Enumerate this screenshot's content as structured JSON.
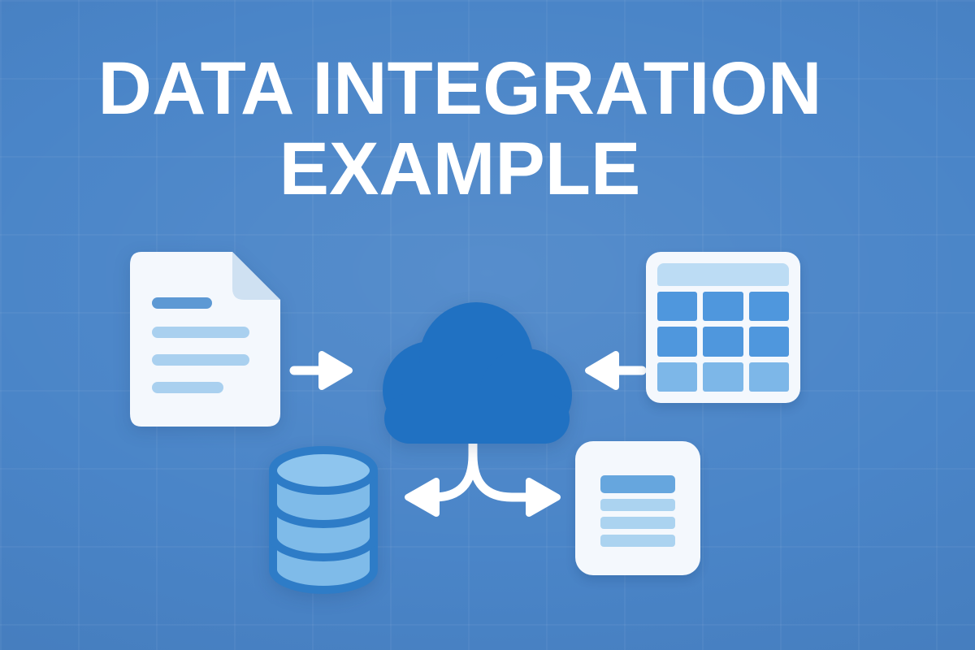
{
  "title": {
    "line1": "DATA INTEGRATION",
    "line2": "EXAMPLE"
  },
  "colors": {
    "background": "#4a85c8",
    "title_text": "#ffffff",
    "arrow": "#ffffff",
    "cloud_fill": "#2071c2",
    "surface_white": "#f4f8fd",
    "fold_blue": "#cfe1f2",
    "line_dark": "#5d99d4",
    "line_light": "#a9d0ef",
    "table_header": "#bcdcf4",
    "table_cell": "#4f97dd",
    "table_cell_light": "#7db7e8",
    "db_fill": "#7fbbe9",
    "db_fill_top": "#8ec5ee",
    "db_outline": "#2e7cc7",
    "report_bar_dark": "#66a6de",
    "report_bar_light": "#abd3f0"
  },
  "diagram": {
    "nodes": [
      {
        "id": "document",
        "icon": "document-icon",
        "position": "top-left"
      },
      {
        "id": "table",
        "icon": "table-grid-icon",
        "position": "top-right"
      },
      {
        "id": "cloud",
        "icon": "cloud-icon",
        "position": "center"
      },
      {
        "id": "database",
        "icon": "database-cylinder-icon",
        "position": "bottom-left"
      },
      {
        "id": "report",
        "icon": "report-document-icon",
        "position": "bottom-right"
      }
    ],
    "connectors": [
      {
        "from": "document",
        "to": "cloud",
        "arrow": "right"
      },
      {
        "from": "table",
        "to": "cloud",
        "arrow": "left"
      },
      {
        "from": "cloud",
        "to": "database",
        "arrow": "left"
      },
      {
        "from": "cloud",
        "to": "report",
        "arrow": "right"
      }
    ]
  }
}
